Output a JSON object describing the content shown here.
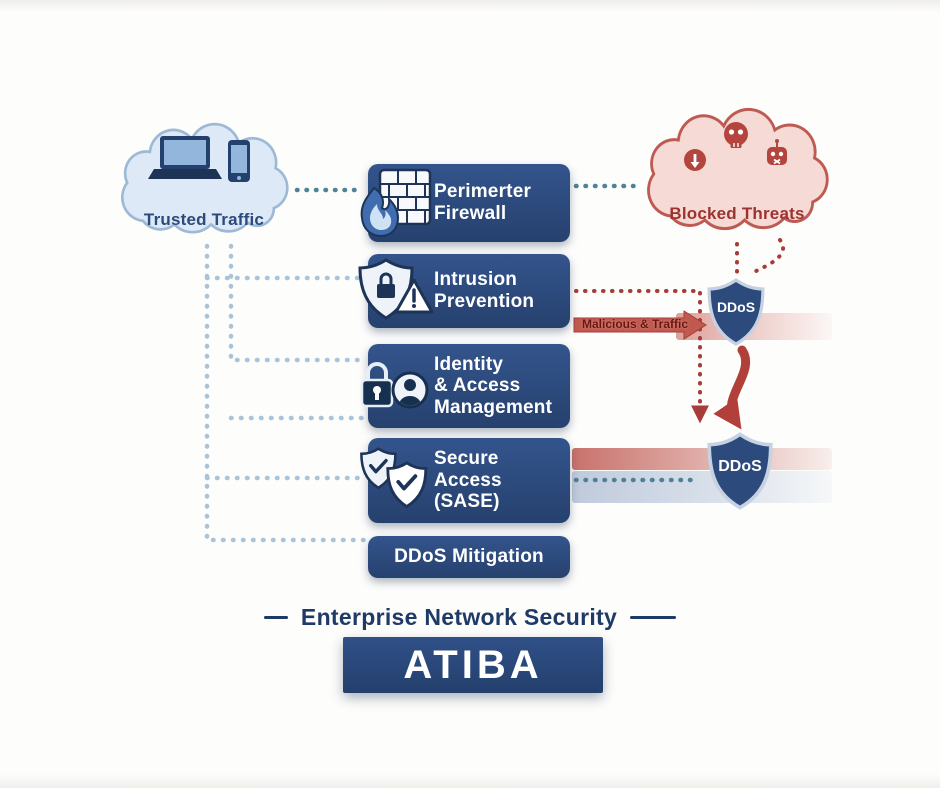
{
  "clouds": {
    "trusted": {
      "label": "Trusted Traffic",
      "icons": [
        "laptop-icon",
        "smartphone-icon"
      ]
    },
    "blocked": {
      "label": "Blocked Threats",
      "icons": [
        "malware-download-icon",
        "skull-icon",
        "malware-bot-icon"
      ]
    }
  },
  "layers": [
    {
      "label": "Perimerter\nFirewall",
      "icon": "firewall-icon"
    },
    {
      "label": "Intrusion\nPrevention",
      "icon": "intrusion-shield-icon"
    },
    {
      "label": "Identity\n& Access\nManagement",
      "icon": "identity-lock-user-icon"
    },
    {
      "label": "Secure\nAccess\n(SASE)",
      "icon": "secure-access-shields-icon"
    },
    {
      "label": "DDoS Mitigation",
      "icon": null
    }
  ],
  "shields": {
    "top": {
      "label": "DDoS",
      "icon": "ddos-shield-icon"
    },
    "bottom": {
      "label": "DDoS",
      "icon": "ddos-shield-icon"
    }
  },
  "flow": {
    "malicious_arrow_label": "Malicious & Traffic"
  },
  "footer": {
    "tagline": "Enterprise Network Security",
    "brand": "ATIBA"
  },
  "colors": {
    "navy": "#2b4a7d",
    "red": "#b2403a",
    "teal": "#4e8296",
    "light_blue": "#a9c3d8",
    "cloud_trusted_fill": "#dde9f6",
    "cloud_blocked_fill": "#f6dad5"
  }
}
